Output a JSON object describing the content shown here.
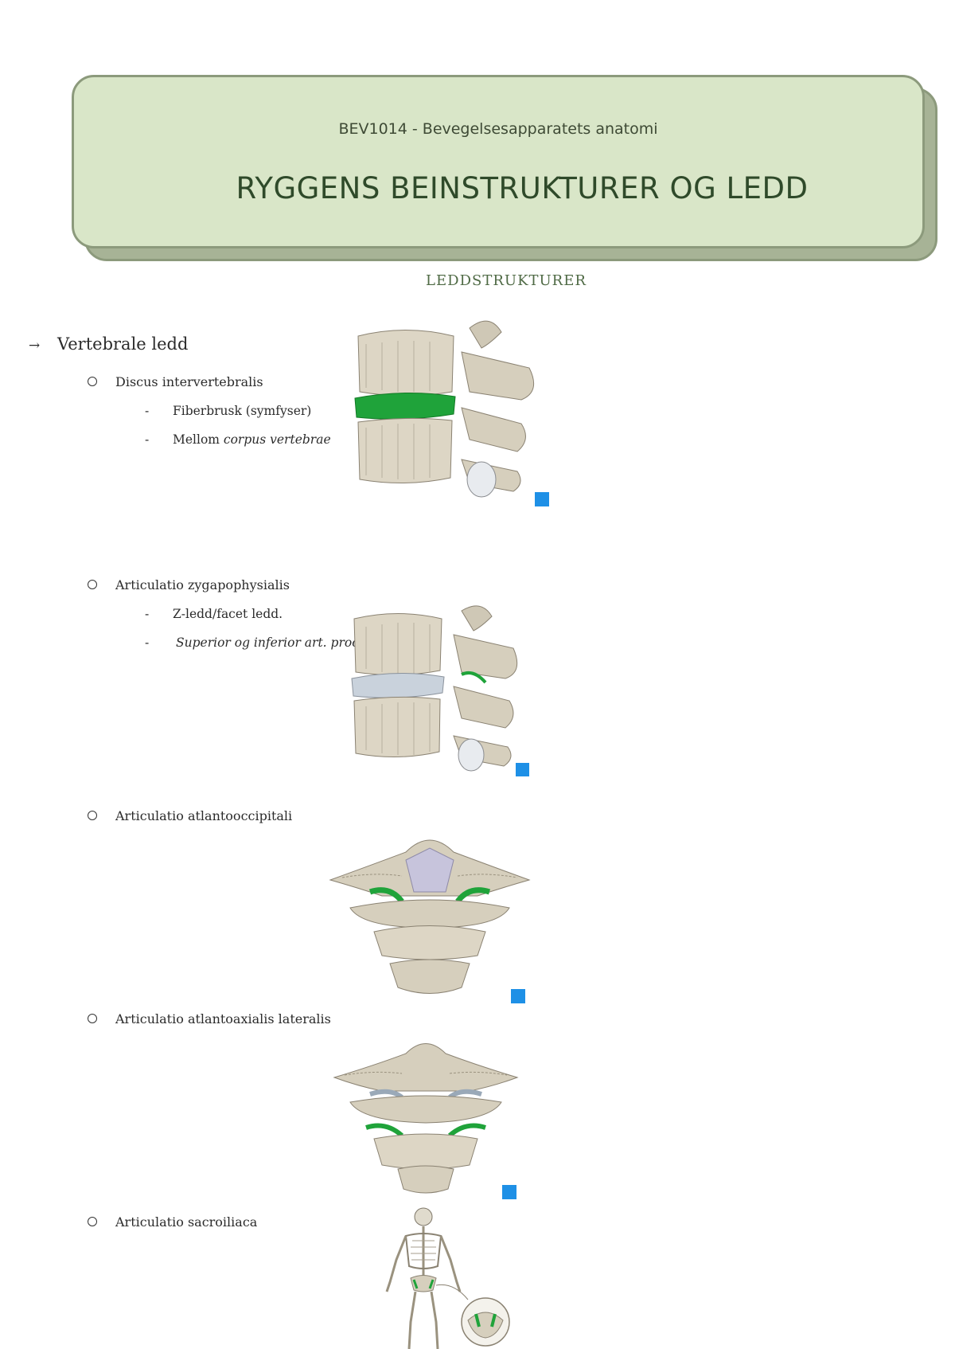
{
  "header": {
    "course": "BEV1014 - Bevegelsesapparatets anatomi",
    "title": "RYGGENS BEINSTRUKTURER OG LEDD"
  },
  "section_title": "LEDDSTRUKTURER",
  "outline": {
    "level1": "Vertebrale ledd",
    "items": [
      {
        "label": "Discus intervertebralis",
        "subs": [
          {
            "plain": "Fiberbrusk (symfyser)",
            "italic": ""
          },
          {
            "plain": "Mellom ",
            "italic": "corpus vertebrae"
          }
        ]
      },
      {
        "label": "Articulatio zygapophysialis",
        "subs": [
          {
            "plain": "Z-ledd/facet ledd.",
            "italic": ""
          },
          {
            "plain": "",
            "italic": "Superior og inferior art. proc."
          }
        ]
      },
      {
        "label": "Articulatio atlantooccipitali"
      },
      {
        "label": "Articulatio atlantoaxialis lateralis"
      },
      {
        "label": "Articulatio sacroiliaca"
      }
    ]
  },
  "colors": {
    "header_bg": "#d9e6c8",
    "header_shadow": "#a7b396",
    "title_text": "#2f4a2a",
    "highlight": "#1fa33a",
    "bone": "#d8d2c2",
    "badge": "#1e90e6"
  },
  "icons": {
    "level1_bullet": "arrow-right-icon",
    "level2_bullet": "circle-outline-icon",
    "level3_bullet": "dash-icon",
    "figure_badge": "kenhub-logo-icon"
  }
}
